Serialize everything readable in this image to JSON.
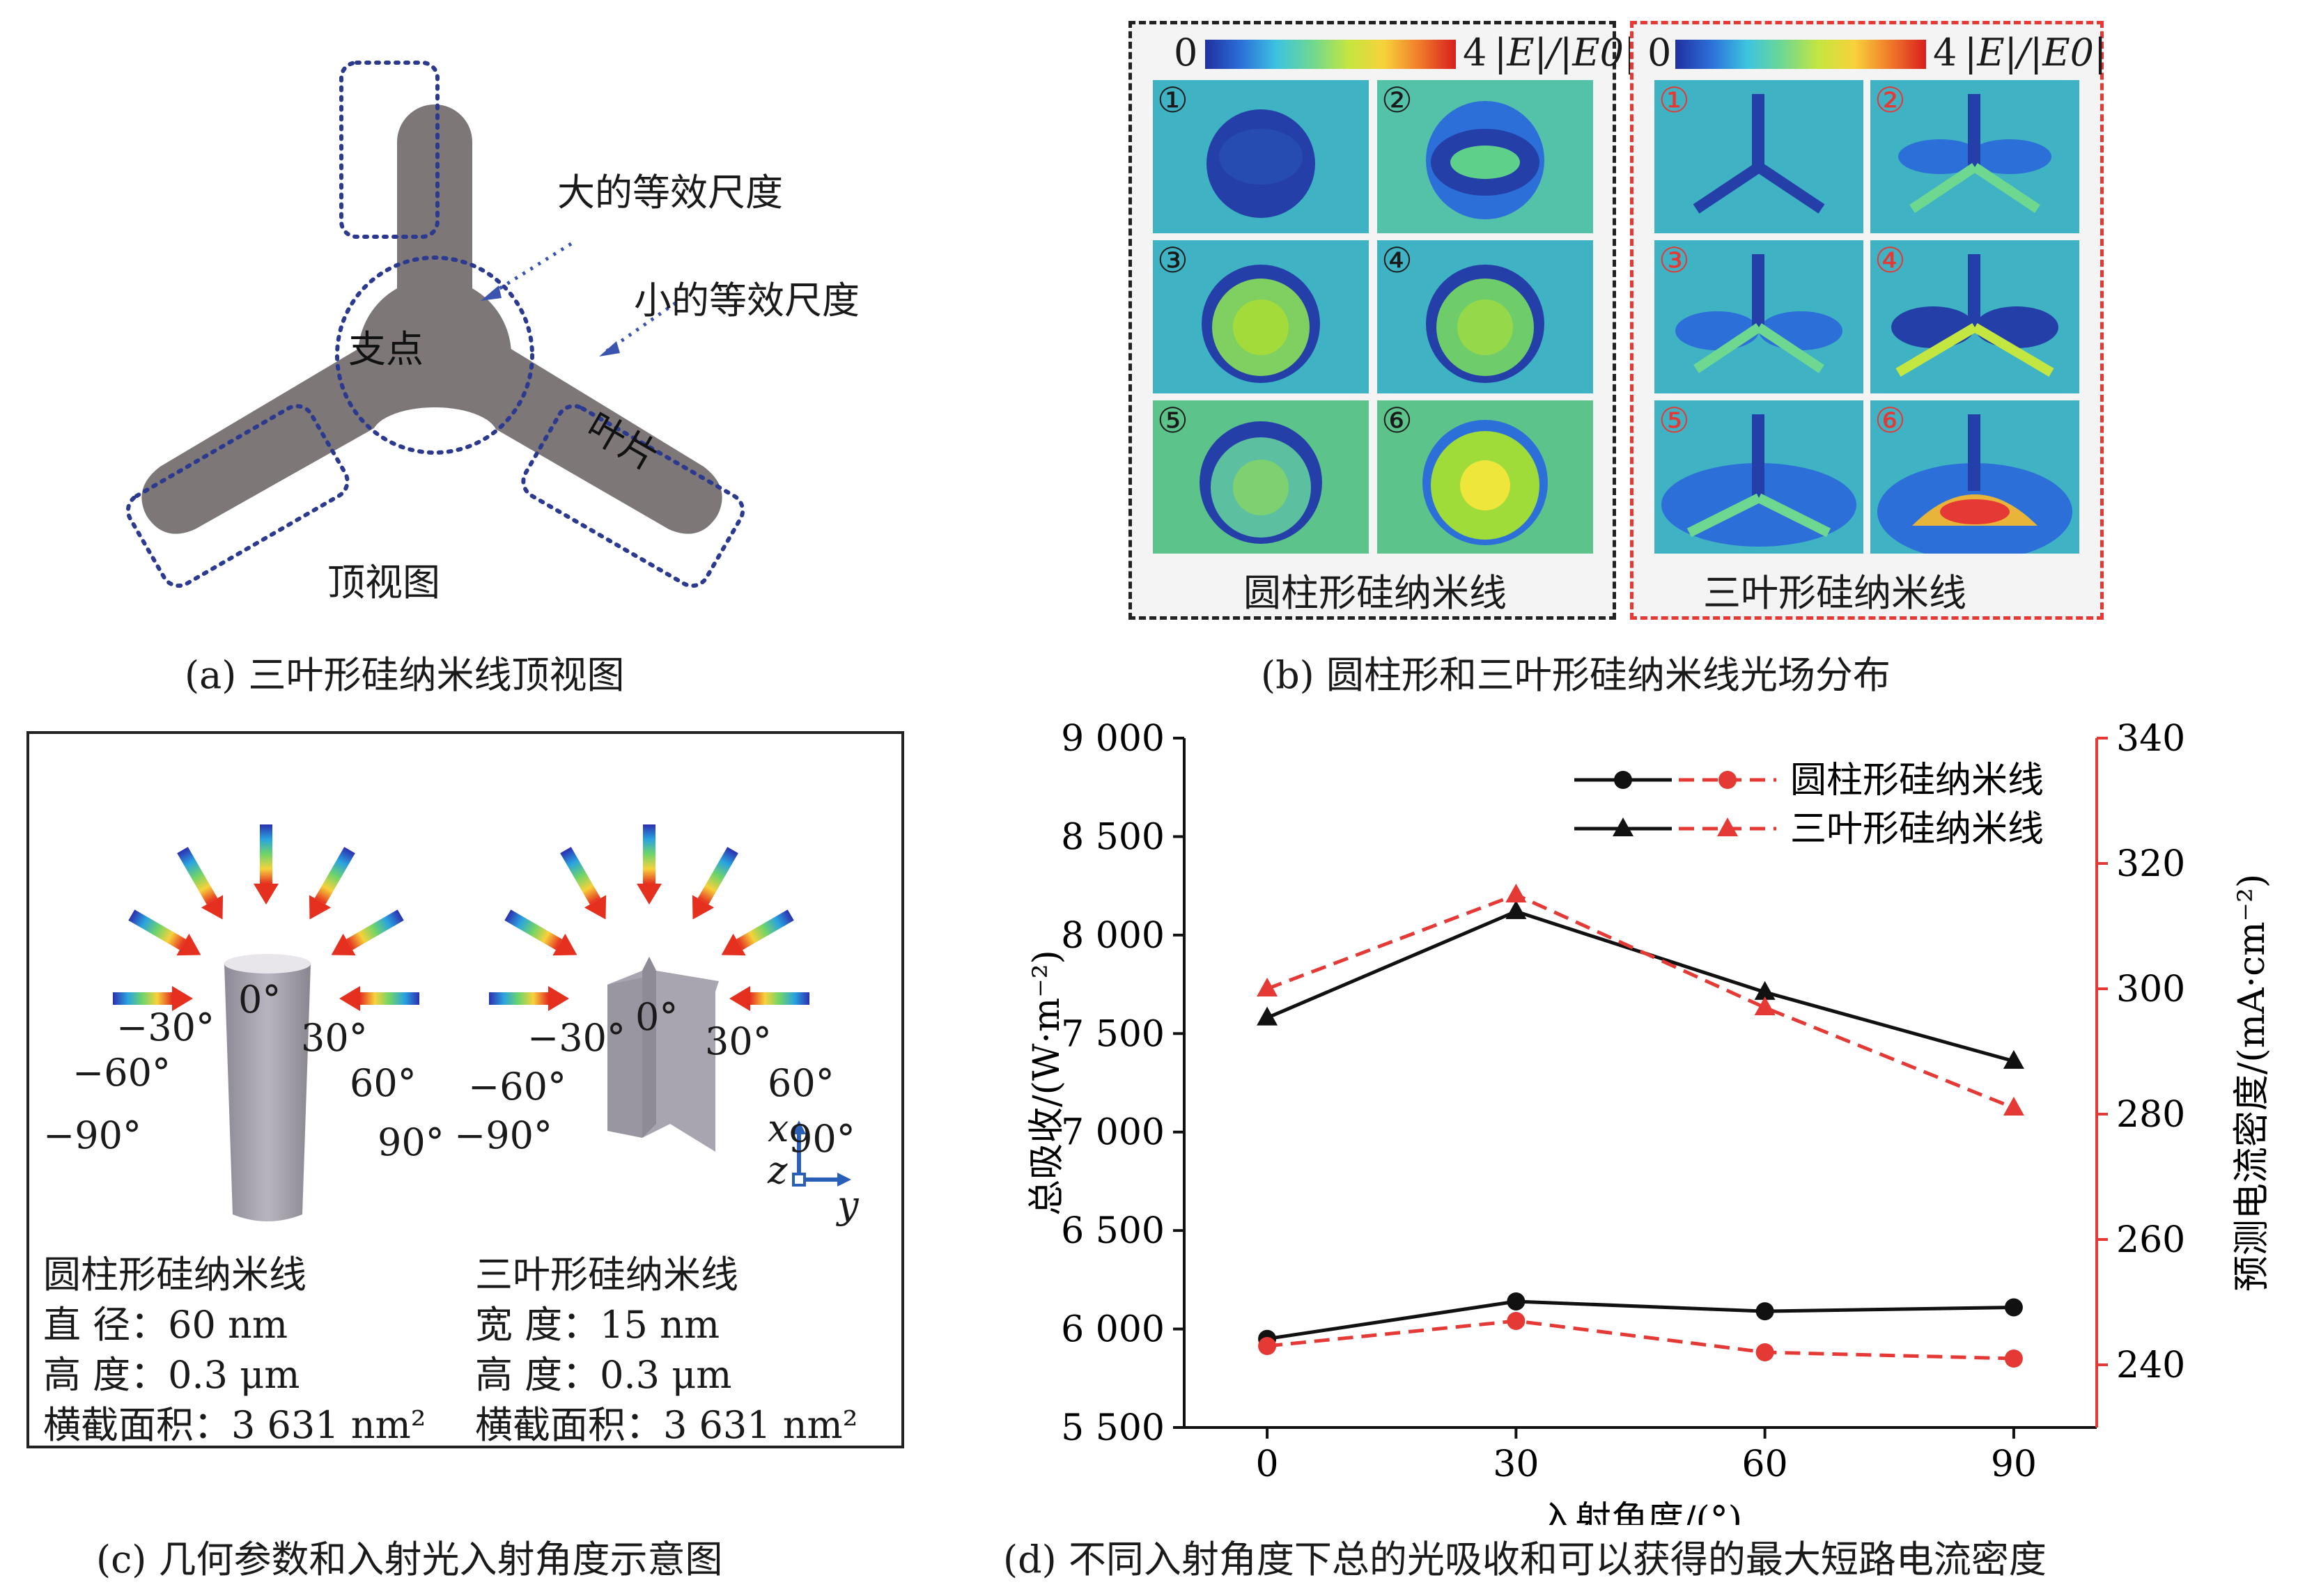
{
  "panel_a": {
    "caption": "(a) 三叶形硅纳米线顶视图",
    "view_label": "顶视图",
    "label_large": "大的等效尺度",
    "label_small": "小的等效尺度",
    "pivot": "支点",
    "blade": "叶片"
  },
  "panel_b": {
    "caption": "(b) 圆柱形和三叶形硅纳米线光场分布",
    "scale_min": "0",
    "scale_max": "4",
    "scale_label": "|E|/|E0|",
    "left_title": "圆柱形硅纳米线",
    "right_title": "三叶形硅纳米线",
    "cell_numbers": [
      "①",
      "②",
      "③",
      "④",
      "⑤",
      "⑥"
    ],
    "left_border_color": "#222222",
    "right_border_color": "#e53935"
  },
  "panel_c": {
    "caption": "(c) 几何参数和入射光入射角度示意图",
    "angles_left": [
      "−90°",
      "−60°",
      "−30°",
      "0°",
      "30°",
      "60°",
      "90°"
    ],
    "angles_right": [
      "−90°",
      "−60°",
      "−30°",
      "0°",
      "30°",
      "60°",
      "90°"
    ],
    "axis_x": "x",
    "axis_y": "y",
    "axis_z": "z",
    "cyl_title": "圆柱形硅纳米线",
    "cyl_p1": "直  径：60 nm",
    "cyl_p2": "高  度：0.3 μm",
    "cyl_p3": "横截面积：3 631 nm²",
    "tri_title": "三叶形硅纳米线",
    "tri_p1": "宽  度：15 nm",
    "tri_p2": "高  度：0.3 μm",
    "tri_p3": "横截面积：3 631 nm²"
  },
  "panel_d": {
    "caption": "(d) 不同入射角度下总的光吸收和可以获得的最大短路电流密度"
  },
  "chart_data": {
    "type": "line",
    "xlabel": "入射角度/(°)",
    "ylabel_left": "总吸收/(W·m⁻²)",
    "ylabel_right": "预测电流密度/(mA·cm⁻²)",
    "x": [
      0,
      30,
      60,
      90
    ],
    "x_ticks": [
      "0",
      "30",
      "60",
      "90"
    ],
    "y_left_ticks": [
      "5 500",
      "6 000",
      "6 500",
      "7 000",
      "7 500",
      "8 000",
      "8 500",
      "9 000"
    ],
    "y_right_ticks": [
      "240",
      "260",
      "280",
      "300",
      "320",
      "340"
    ],
    "ylim_left": [
      5500,
      9000
    ],
    "ylim_right": [
      230,
      340
    ],
    "legend": [
      "圆柱形硅纳米线",
      "三叶形硅纳米线"
    ],
    "legend_position": "top-right",
    "series": [
      {
        "name": "圆柱形硅纳米线",
        "axis": "left",
        "marker": "circle",
        "color": "#111111",
        "style": "solid",
        "values": [
          5950,
          6140,
          6090,
          6110
        ]
      },
      {
        "name": "圆柱形硅纳米线",
        "axis": "right",
        "marker": "circle",
        "color": "#e53935",
        "style": "dashed",
        "values": [
          243,
          247,
          242,
          241
        ]
      },
      {
        "name": "三叶形硅纳米线",
        "axis": "left",
        "marker": "triangle",
        "color": "#111111",
        "style": "solid",
        "values": [
          7580,
          8120,
          7710,
          7360
        ]
      },
      {
        "name": "三叶形硅纳米线",
        "axis": "right",
        "marker": "triangle",
        "color": "#e53935",
        "style": "dashed",
        "values": [
          300,
          315,
          297,
          281
        ]
      }
    ]
  }
}
